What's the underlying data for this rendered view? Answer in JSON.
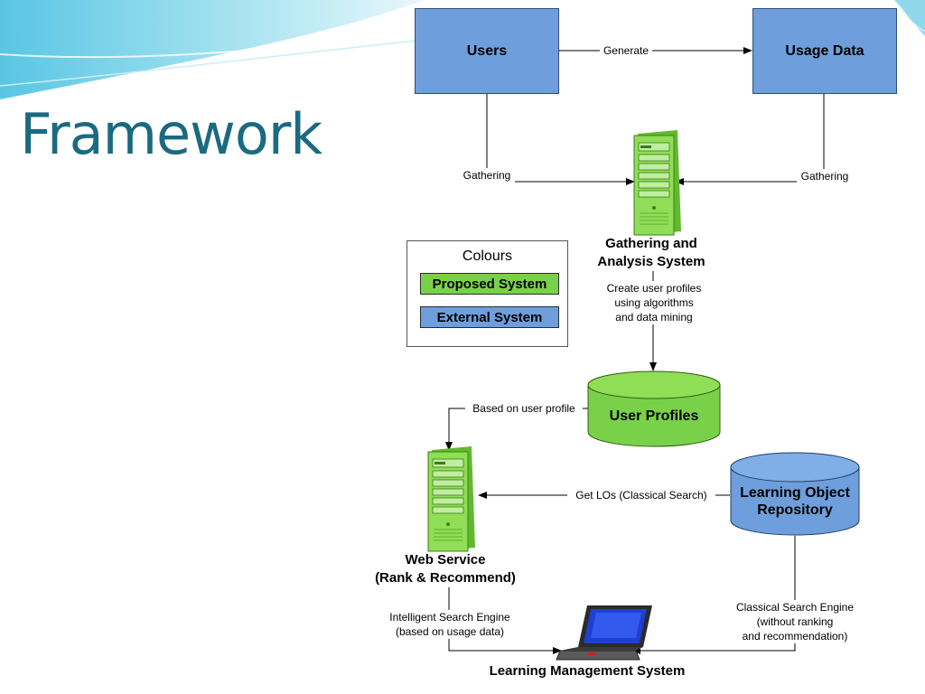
{
  "slide": {
    "title": "Framework"
  },
  "colors": {
    "proposed": "#79d14a",
    "external": "#6e9fdc",
    "title": "#1a6a80"
  },
  "nodes": {
    "users": "Users",
    "usage_data": "Usage Data",
    "gathering_system": [
      "Gathering and",
      "Analysis System"
    ],
    "user_profiles": "User Profiles",
    "web_service": [
      "Web Service",
      "(Rank & Recommend)"
    ],
    "lo_repository": [
      "Learning Object",
      "Repository"
    ],
    "lms": "Learning Management System"
  },
  "edges": {
    "generate": "Generate",
    "gathering_left": "Gathering",
    "gathering_right": "Gathering",
    "create_profiles": [
      "Create user profiles",
      "using algorithms",
      "and data mining"
    ],
    "based_on_profile": "Based on user profile",
    "get_los": "Get LOs (Classical Search)",
    "intelligent_search": [
      "Intelligent Search Engine",
      "(based on usage data)"
    ],
    "classical_search": [
      "Classical Search Engine",
      "(without ranking",
      "and recommendation)"
    ]
  },
  "legend": {
    "title": "Colours",
    "proposed": "Proposed System",
    "external": "External System"
  }
}
